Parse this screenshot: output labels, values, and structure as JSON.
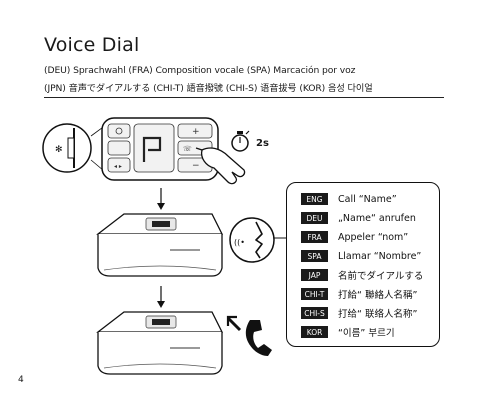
{
  "page": {
    "title": "Voice Dial",
    "subtitle_line1": "(DEU) Sprachwahl   (FRA) Composition vocale   (SPA) Marcación por voz",
    "subtitle_line2": "(JPN) 音声でダイアルする   (CHI-T) 語音撥號   (CHI-S) 语音拔号   (KOR) 음성 다이얼",
    "page_number": "4"
  },
  "diagram": {
    "hold_time": "2s",
    "button_plus": "+",
    "button_minus": "−",
    "device_brand": "—— ——"
  },
  "voice_commands": [
    {
      "code": "ENG",
      "phrase": "Call “Name”"
    },
    {
      "code": "DEU",
      "phrase": "„Name“ anrufen"
    },
    {
      "code": "FRA",
      "phrase": "Appeler “nom”"
    },
    {
      "code": "SPA",
      "phrase": "Llamar “Nombre”"
    },
    {
      "code": "JAP",
      "phrase": "名前でダイアルする"
    },
    {
      "code": "CHI-T",
      "phrase": "打給“ 聯絡人名稱”"
    },
    {
      "code": "CHI-S",
      "phrase": "打给“ 联络人名称”"
    },
    {
      "code": "KOR",
      "phrase": "“이름” 부르기"
    }
  ],
  "colors": {
    "ink": "#1a1a1a",
    "line": "#222222",
    "panel": "#f2f2f2"
  }
}
